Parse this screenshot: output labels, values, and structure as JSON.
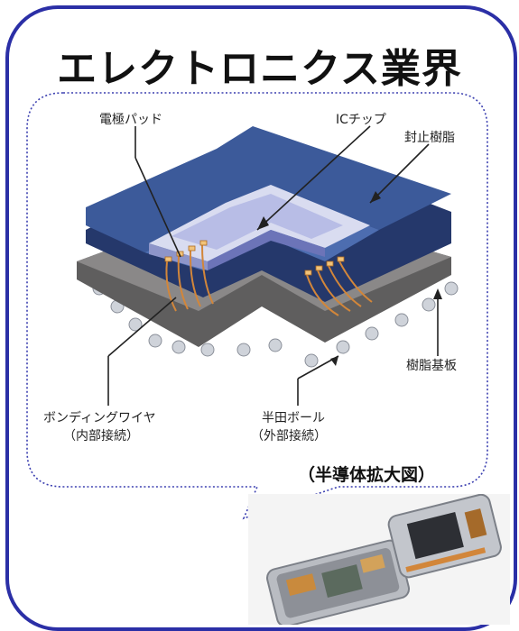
{
  "title": "エレクトロニクス業界",
  "caption": "（半導体拡大図）",
  "labels": {
    "electrode_pad": "電極パッド",
    "ic_chip": "ICチップ",
    "sealing_resin": "封止樹脂",
    "resin_substrate": "樹脂基板",
    "bonding_wire": "ボンディングワイヤ",
    "bonding_wire_sub": "（内部接続）",
    "solder_ball": "半田ボール",
    "solder_ball_sub": "（外部接続）"
  },
  "colors": {
    "frame": "#2b2fa6",
    "resin": "#2f4a85",
    "chip": "#c9cde8",
    "substrate": "#6b6a6a",
    "wire": "#d2863a"
  }
}
